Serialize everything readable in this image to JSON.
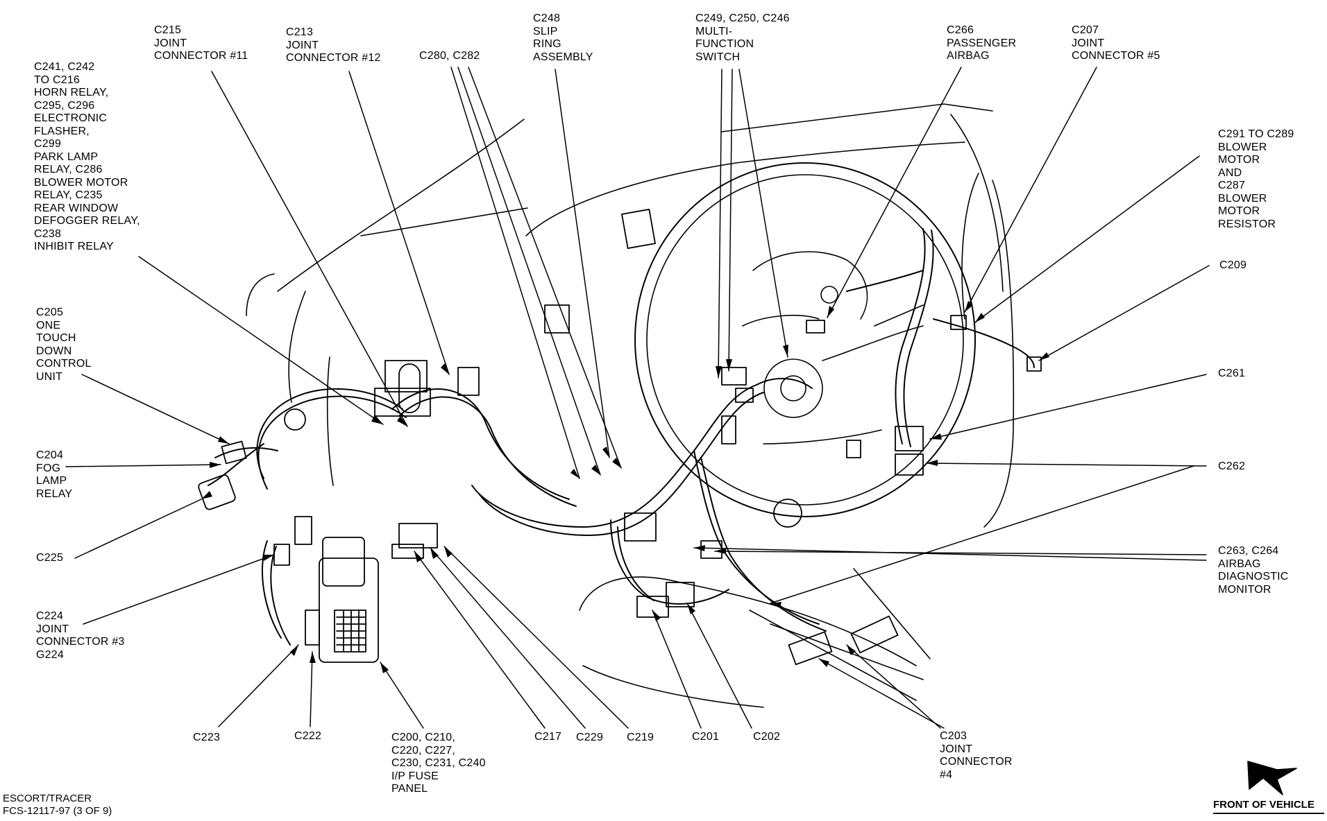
{
  "callouts": [
    {
      "id": "c241",
      "text": "C241, C242\nTO C216\nHORN RELAY,\nC295, C296\nELECTRONIC\nFLASHER,\nC299\nPARK LAMP\nRELAY, C286\nBLOWER MOTOR\nRELAY, C235\nREAR WINDOW\nDEFOGGER RELAY,\nC238\nINHIBIT RELAY"
    },
    {
      "id": "c215",
      "text": "C215\nJOINT\nCONNECTOR #11"
    },
    {
      "id": "c213",
      "text": "C213\nJOINT\nCONNECTOR #12"
    },
    {
      "id": "c280",
      "text": "C280, C282"
    },
    {
      "id": "c248",
      "text": "C248\nSLIP\nRING\nASSEMBLY"
    },
    {
      "id": "c249",
      "text": "C249, C250, C246\nMULTI-\nFUNCTION\nSWITCH"
    },
    {
      "id": "c266",
      "text": "C266\nPASSENGER\nAIRBAG"
    },
    {
      "id": "c207",
      "text": "C207\nJOINT\nCONNECTOR #5"
    },
    {
      "id": "c291",
      "text": "C291 TO C289\nBLOWER\nMOTOR\nAND\nC287\nBLOWER\nMOTOR\nRESISTOR"
    },
    {
      "id": "c209",
      "text": "C209"
    },
    {
      "id": "c261",
      "text": "C261"
    },
    {
      "id": "c262",
      "text": "C262"
    },
    {
      "id": "c263",
      "text": "C263, C264\nAIRBAG\nDIAGNOSTIC\nMONITOR"
    },
    {
      "id": "c205",
      "text": "C205\nONE\nTOUCH\nDOWN\nCONTROL\nUNIT"
    },
    {
      "id": "c204",
      "text": "C204\nFOG\nLAMP\nRELAY"
    },
    {
      "id": "c225",
      "text": "C225"
    },
    {
      "id": "c224",
      "text": "C224\nJOINT\nCONNECTOR #3\nG224"
    },
    {
      "id": "c223",
      "text": "C223"
    },
    {
      "id": "c222",
      "text": "C222"
    },
    {
      "id": "c200",
      "text": "C200, C210,\nC220, C227,\nC230, C231, C240\nI/P FUSE\nPANEL"
    },
    {
      "id": "c217",
      "text": "C217"
    },
    {
      "id": "c229",
      "text": "C229"
    },
    {
      "id": "c219",
      "text": "C219"
    },
    {
      "id": "c201",
      "text": "C201"
    },
    {
      "id": "c202",
      "text": "C202"
    },
    {
      "id": "c203",
      "text": "C203\nJOINT\nCONNECTOR\n#4"
    }
  ],
  "footer": {
    "model": "ESCORT/TRACER",
    "figure": "FCS-12117-97 (3 OF 9)"
  },
  "orientation": {
    "label": "FRONT OF VEHICLE",
    "icon": "front-of-vehicle-arrow-icon"
  },
  "colors": {
    "ink": "#000000",
    "paper": "#ffffff"
  }
}
